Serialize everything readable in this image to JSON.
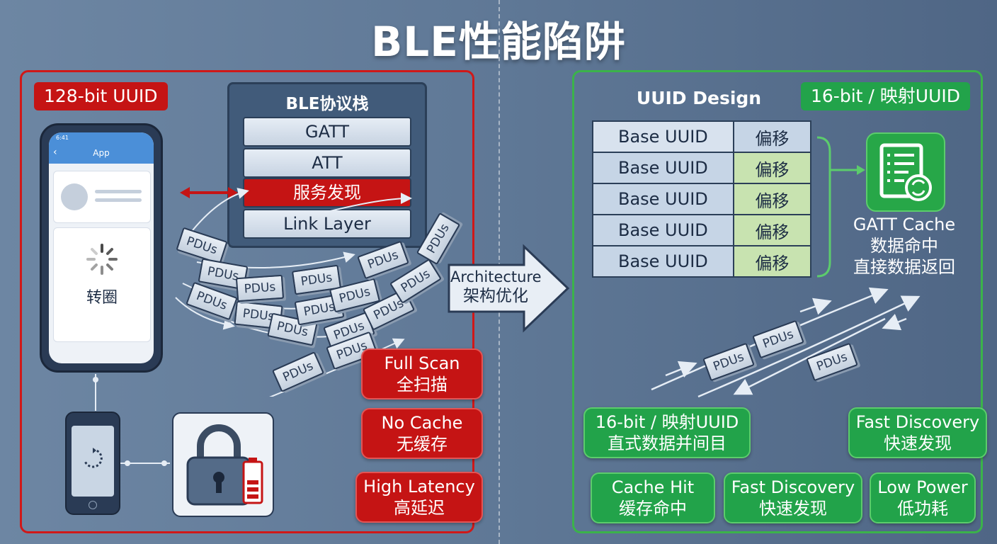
{
  "title": "BLE性能陷阱",
  "left": {
    "tag": "128-bit UUID",
    "stack": {
      "title": "BLE协议栈",
      "layers": [
        "GATT",
        "ATT",
        "服务发现",
        "Link Layer"
      ]
    },
    "phone": {
      "time": "6:41",
      "app": "App",
      "spinner_text": "转圈"
    },
    "pdu_label": "PDUs",
    "badges": [
      {
        "line1": "Full Scan",
        "line2": "全扫描"
      },
      {
        "line1": "No Cache",
        "line2": "无缓存"
      },
      {
        "line1": "High Latency",
        "line2": "高延迟"
      }
    ]
  },
  "center": {
    "line1": "Architecture",
    "line2": "架构优化"
  },
  "right": {
    "title": "UUID Design",
    "tag": "16-bit / 映射UUID",
    "rows": [
      {
        "base": "Base UUID",
        "offset": "偏移"
      },
      {
        "base": "Base UUID",
        "offset": "偏移"
      },
      {
        "base": "Base UUID",
        "offset": "偏移"
      },
      {
        "base": "Base UUID",
        "offset": "偏移"
      },
      {
        "base": "Base UUID",
        "offset": "偏移"
      }
    ],
    "cache": {
      "line1": "GATT Cache",
      "line2": "数据命中",
      "line3": "直接数据返回"
    },
    "pdu_label": "PDUs",
    "badges": [
      {
        "line1": "16-bit / 映射UUID",
        "line2": "直式数据并间目"
      },
      {
        "line1": "Fast Discovery",
        "line2": "快速发现"
      },
      {
        "line1": "Cache Hit",
        "line2": "缓存命中"
      },
      {
        "line1": "Fast Discovery",
        "line2": "快速发现"
      },
      {
        "line1": "Low Power",
        "line2": "低功耗"
      }
    ]
  },
  "colors": {
    "bad": "#c51414",
    "good": "#22a34a",
    "frame": "#2b3f58"
  }
}
